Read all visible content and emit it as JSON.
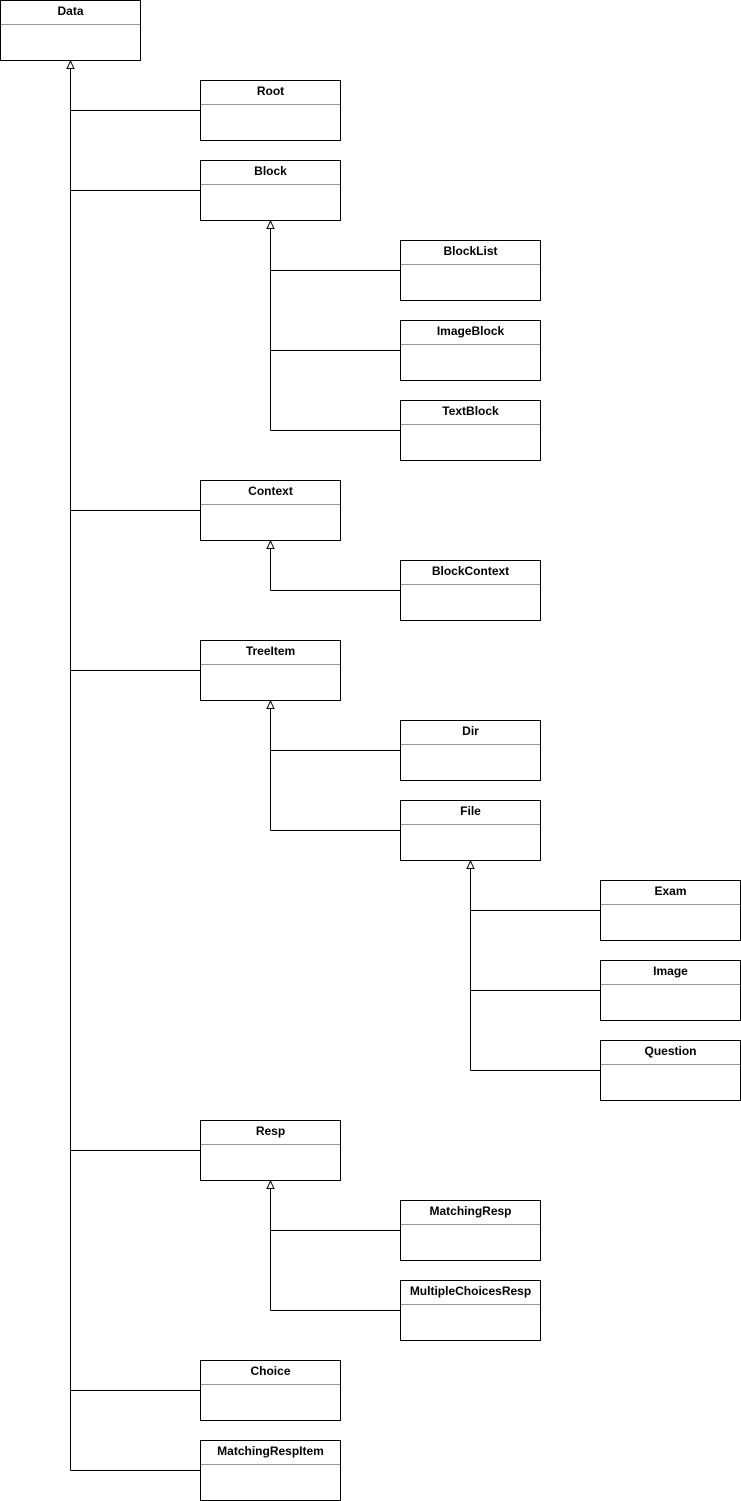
{
  "diagram": {
    "classes": [
      {
        "id": "data",
        "name": "Data"
      },
      {
        "id": "root",
        "name": "Root"
      },
      {
        "id": "block",
        "name": "Block"
      },
      {
        "id": "blocklist",
        "name": "BlockList"
      },
      {
        "id": "imageblock",
        "name": "ImageBlock"
      },
      {
        "id": "textblock",
        "name": "TextBlock"
      },
      {
        "id": "context",
        "name": "Context"
      },
      {
        "id": "blockcontext",
        "name": "BlockContext"
      },
      {
        "id": "treeitem",
        "name": "TreeItem"
      },
      {
        "id": "dir",
        "name": "Dir"
      },
      {
        "id": "file",
        "name": "File"
      },
      {
        "id": "exam",
        "name": "Exam"
      },
      {
        "id": "image",
        "name": "Image"
      },
      {
        "id": "question",
        "name": "Question"
      },
      {
        "id": "resp",
        "name": "Resp"
      },
      {
        "id": "matchingresp",
        "name": "MatchingResp"
      },
      {
        "id": "multiplechoicesresp",
        "name": "MultipleChoicesResp"
      },
      {
        "id": "choice",
        "name": "Choice"
      },
      {
        "id": "matchingrespitem",
        "name": "MatchingRespItem"
      }
    ],
    "inheritance": [
      {
        "child": "root",
        "parent": "data"
      },
      {
        "child": "block",
        "parent": "data"
      },
      {
        "child": "context",
        "parent": "data"
      },
      {
        "child": "treeitem",
        "parent": "data"
      },
      {
        "child": "resp",
        "parent": "data"
      },
      {
        "child": "choice",
        "parent": "data"
      },
      {
        "child": "matchingrespitem",
        "parent": "data"
      },
      {
        "child": "blocklist",
        "parent": "block"
      },
      {
        "child": "imageblock",
        "parent": "block"
      },
      {
        "child": "textblock",
        "parent": "block"
      },
      {
        "child": "blockcontext",
        "parent": "context"
      },
      {
        "child": "dir",
        "parent": "treeitem"
      },
      {
        "child": "file",
        "parent": "treeitem"
      },
      {
        "child": "exam",
        "parent": "file"
      },
      {
        "child": "image",
        "parent": "file"
      },
      {
        "child": "question",
        "parent": "file"
      },
      {
        "child": "matchingresp",
        "parent": "resp"
      },
      {
        "child": "multiplechoicesresp",
        "parent": "resp"
      }
    ],
    "colors": {
      "line": "#000000",
      "box_fill": "#ffffff",
      "separator": "#999999",
      "text": "#000000"
    }
  }
}
